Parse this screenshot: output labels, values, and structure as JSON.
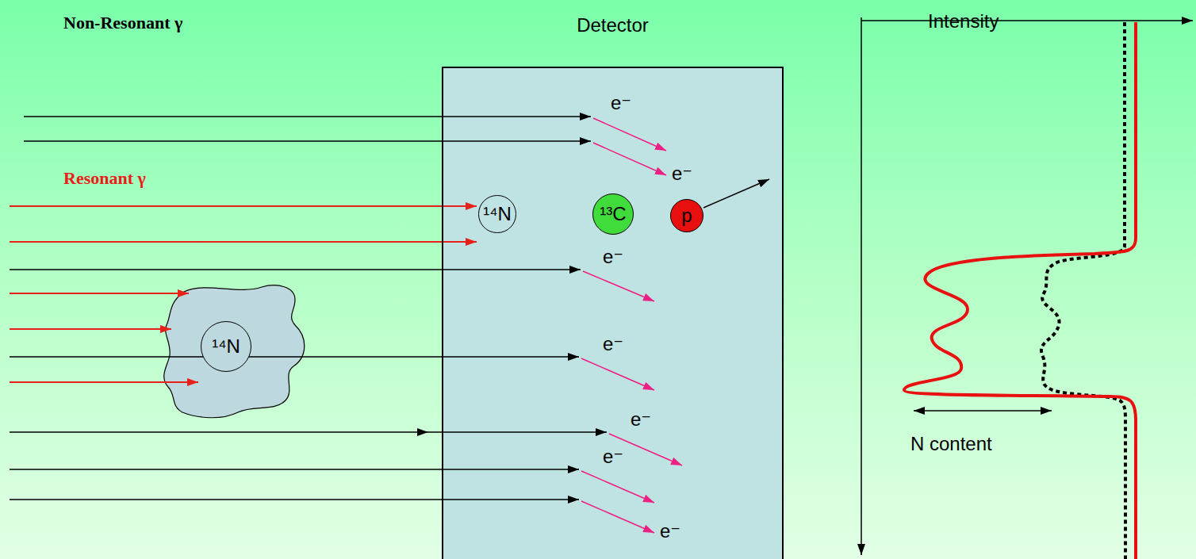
{
  "diagram": {
    "nodes": [
      {
        "text": [
          "Detector"
        ]
      },
      {
        "text": [
          "¹⁴N"
        ],
        "in": 0
      },
      {
        "text": [
          "¹³C"
        ],
        "in": 0
      },
      {
        "text": [
          "p"
        ],
        "in": 0
      },
      {
        "text": [
          "¹⁴N"
        ]
      }
    ],
    "labels": [
      "Non-Resonant γ",
      "Intensity",
      "Resonant γ",
      "e⁻",
      "e⁻",
      "e⁻",
      "e⁻",
      "e⁻",
      "e⁻",
      "e⁻",
      "N content"
    ]
  }
}
